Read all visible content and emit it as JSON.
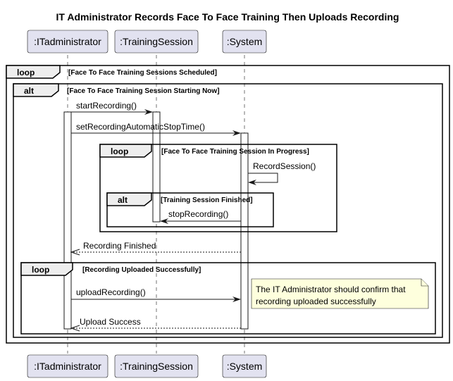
{
  "title": "IT Administrator Records Face To Face Training Then Uploads Recording",
  "participants": [
    {
      "label": ":ITadministrator"
    },
    {
      "label": ":TrainingSession"
    },
    {
      "label": ":System"
    }
  ],
  "fragments": [
    {
      "keyword": "loop",
      "condition": "[Face To Face Training Sessions Scheduled]"
    },
    {
      "keyword": "alt",
      "condition": "[Face To Face Training Session Starting Now]"
    },
    {
      "keyword": "loop",
      "condition": "[Face To Face Training Session In Progress]"
    },
    {
      "keyword": "alt",
      "condition": "[Training Session Finished]"
    },
    {
      "keyword": "loop",
      "condition": "[Recording Uploaded Successfully]"
    }
  ],
  "messages": [
    {
      "label": "startRecording()"
    },
    {
      "label": "setRecordingAutomaticStopTime()"
    },
    {
      "label": "RecordSession()"
    },
    {
      "label": "stopRecording()"
    },
    {
      "label": "Recording Finished"
    },
    {
      "label": "uploadRecording()"
    },
    {
      "label": "Upload Success"
    }
  ],
  "note": {
    "lines": [
      "The IT Administrator should confirm that",
      "recording uploaded successfully"
    ]
  }
}
